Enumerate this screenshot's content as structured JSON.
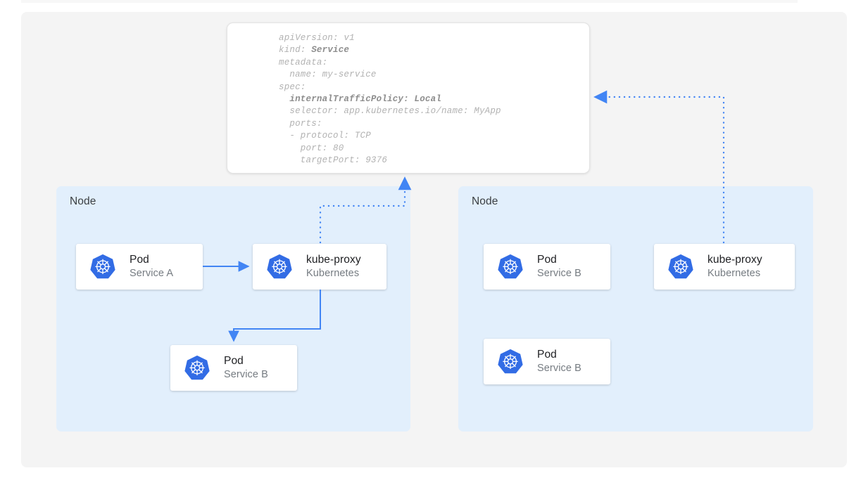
{
  "diagram": {
    "title_present": false,
    "accent_color": "#4285f4",
    "node_bg_color": "#e2effc",
    "canvas_color": "#f4f4f4",
    "k8s_logo_color": "#326ce5"
  },
  "spec_card": {
    "name": "service-yaml-spec",
    "lines": [
      {
        "text": "apiVersion: v1",
        "bold": false
      },
      {
        "text": "kind: ",
        "bold_suffix": "Service",
        "bold": false
      },
      {
        "text": "metadata:",
        "bold": false
      },
      {
        "text": "  name: my-service",
        "bold": false
      },
      {
        "text": "spec:",
        "bold": false
      },
      {
        "text": "  internalTrafficPolicy: Local",
        "bold": true
      },
      {
        "text": "  selector: app.kubernetes.io/name: MyApp",
        "bold": false
      },
      {
        "text": "  ports:",
        "bold": false
      },
      {
        "text": "  - protocol: TCP",
        "bold": false
      },
      {
        "text": "    port: 80",
        "bold": false
      },
      {
        "text": "    targetPort: 9376",
        "bold": false
      }
    ],
    "fields": {
      "apiVersion": "v1",
      "kind": "Service",
      "metadata_name": "my-service",
      "internalTrafficPolicy": "Local",
      "selector": "app.kubernetes.io/name: MyApp",
      "protocol": "TCP",
      "port": "80",
      "targetPort": "9376"
    }
  },
  "nodes": [
    {
      "id": "node-left",
      "label": "Node",
      "cards": [
        {
          "id": "card-pod-a",
          "title": "Pod",
          "subtitle": "Service A",
          "icon": "kubernetes-logo-icon"
        },
        {
          "id": "card-kp-left",
          "title": "kube-proxy",
          "subtitle": "Kubernetes",
          "icon": "kubernetes-logo-icon"
        },
        {
          "id": "card-pod-b-l",
          "title": "Pod",
          "subtitle": "Service B",
          "icon": "kubernetes-logo-icon"
        }
      ]
    },
    {
      "id": "node-right",
      "label": "Node",
      "cards": [
        {
          "id": "card-pod-b-r1",
          "title": "Pod",
          "subtitle": "Service B",
          "icon": "kubernetes-logo-icon"
        },
        {
          "id": "card-kp-right",
          "title": "kube-proxy",
          "subtitle": "Kubernetes",
          "icon": "kubernetes-logo-icon"
        },
        {
          "id": "card-pod-b-r2",
          "title": "Pod",
          "subtitle": "Service B",
          "icon": "kubernetes-logo-icon"
        }
      ]
    }
  ],
  "connectors": [
    {
      "name": "pod-a-to-kube-proxy",
      "style": "solid",
      "from": "card-pod-a",
      "to": "card-kp-left",
      "arrow": "right"
    },
    {
      "name": "kube-proxy-to-pod-b-local",
      "style": "solid",
      "from": "card-kp-left",
      "to": "card-pod-b-l",
      "arrow": "down"
    },
    {
      "name": "kube-proxy-left-to-spec",
      "style": "dotted",
      "from": "card-kp-left",
      "to": "spec-card",
      "arrow": "up"
    },
    {
      "name": "kube-proxy-right-to-spec",
      "style": "dotted",
      "from": "card-kp-right",
      "to": "spec-card",
      "arrow": "left"
    }
  ]
}
